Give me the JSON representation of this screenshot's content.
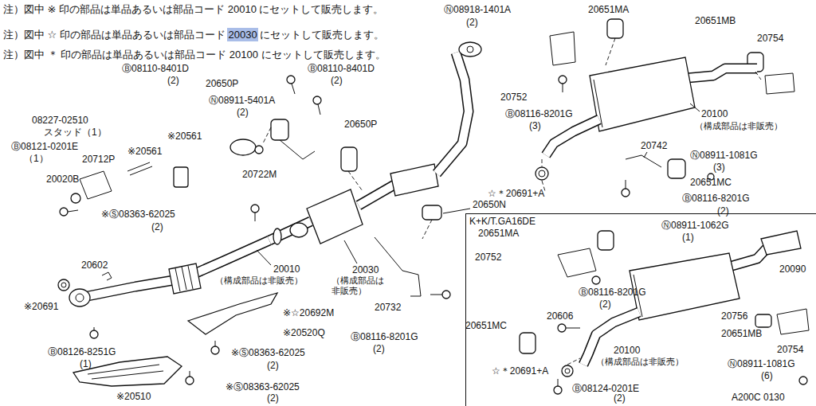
{
  "diagram": {
    "nodes": [
      {
        "text": [
          "K+K/T.GA16DE"
        ]
      }
    ],
    "labels": [
      "注）図中 ※ 印の部品は単品あるいは部品コード 20010 にセットして販売します。",
      "注）図中 ☆ 印の部品は単品あるいは部品コード 20030 にセットして販売します。",
      "注）図中 ＊ 印の部品は単品あるいは部品コード 20100 にセットして販売します。",
      "Ⓝ08918-1401A",
      "(2)",
      "20651MA",
      "20651MB",
      "20754",
      "Ⓑ08110-8401D",
      "(2)",
      "Ⓑ08110-8401D",
      "(2)",
      "20650P",
      "Ⓝ08911-5401A",
      "(2)",
      "20752",
      "Ⓑ08116-8201G",
      "(3)",
      "20100",
      "（構成部品は非販売）",
      "08227-02510",
      "スタッド（1）",
      "20650P",
      "Ⓑ08121-0201E",
      "（1）",
      "※20561",
      "※20561",
      "20712P",
      "20742",
      "Ⓝ08911-1081G",
      "(3)",
      "20722M",
      "20020B",
      "☆＊20691+A",
      "20651MC",
      "Ⓑ08116-8201G",
      "(2)",
      "20650N",
      "※Ⓢ08363-62025",
      "(2)",
      "20651MA",
      "Ⓝ08911-1062G",
      "(1)",
      "20752",
      "20090",
      "20602",
      "20010",
      "（構成部品は非販売）",
      "20030",
      "（構成部品は 非販売）",
      "Ⓑ08116-8201G",
      "(2)",
      "※20691",
      "20732",
      "※☆20692M",
      "20606",
      "20756",
      "20651MC",
      "20651MB",
      "※20520Q",
      "Ⓑ08116-8201G",
      "(2)",
      "20754",
      "Ⓑ08126-8251G",
      "(1)",
      "※Ⓢ08363-62025",
      "(2)",
      "20100",
      "（構成部品は非販売）",
      "Ⓝ08911-1081G",
      "(6)",
      "☆＊20691+A",
      "※Ⓢ08363-62025",
      "(2)",
      "※20510",
      "Ⓑ08124-0201E",
      "(2)",
      "A200C 0130"
    ]
  }
}
